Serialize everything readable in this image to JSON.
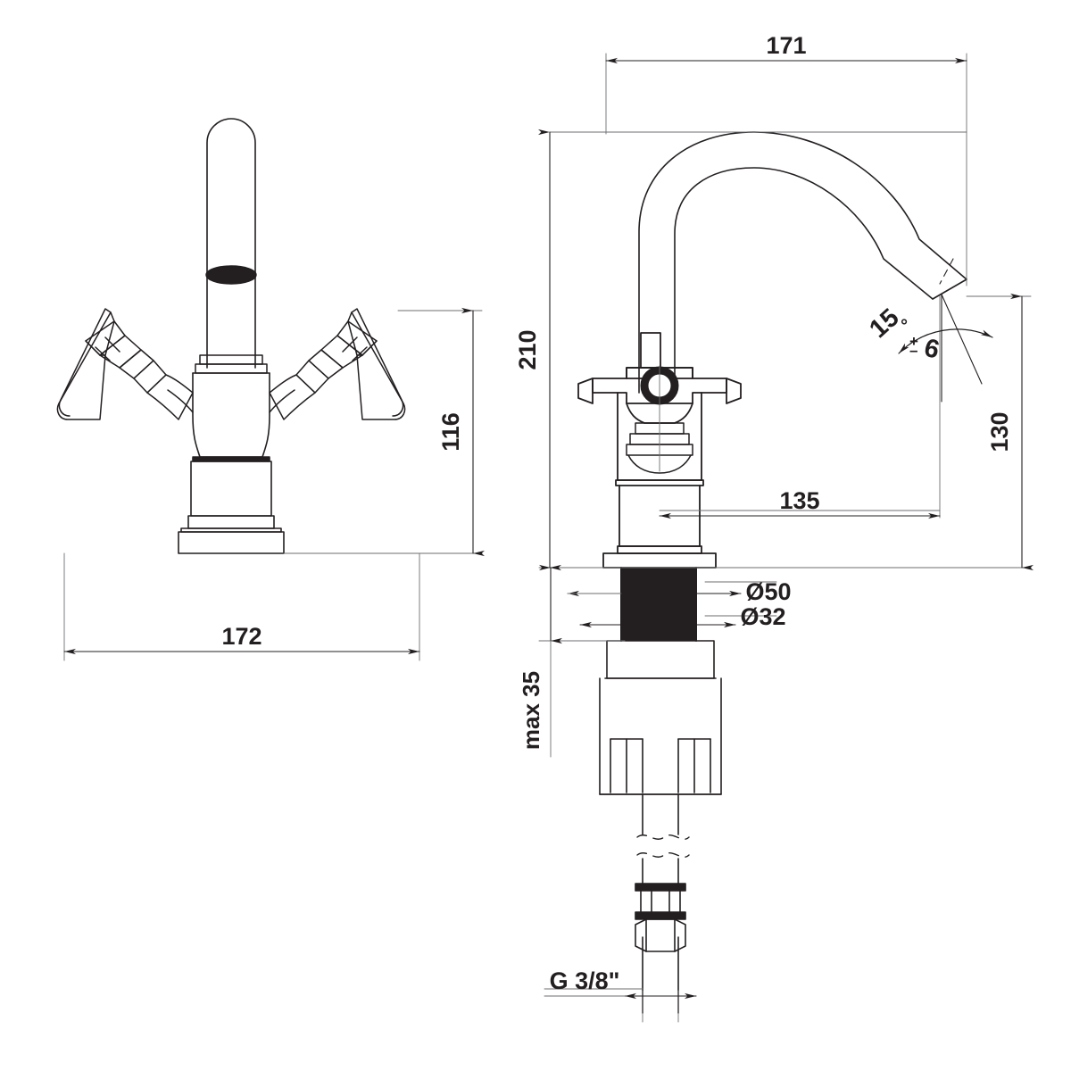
{
  "drawing": {
    "title": "Two-handle basin mixer tap - dimensional drawing",
    "units": "mm",
    "line_color": "#231f20",
    "hatch_color": "#231f20",
    "background": "#ffffff",
    "views": [
      {
        "name": "front-view",
        "label": "",
        "position": "left"
      },
      {
        "name": "side-view",
        "label": "",
        "position": "right"
      }
    ]
  },
  "dimensions": {
    "front_width": "172",
    "front_height": "116",
    "total_height": "210",
    "spout_reach": "171",
    "spout_height": "130",
    "aerator_offset": "135",
    "deck_thickness": "max 35",
    "shank_diameter": "Ø50",
    "thread_diameter": "Ø32",
    "angle": "15°± 6",
    "angle_value": "15",
    "angle_degree_symbol": "°",
    "angle_tolerance": "± 6",
    "connection_thread": "G 3/8\""
  },
  "labels": {
    "d171": "171",
    "d210": "210",
    "d130": "130",
    "d135": "135",
    "d116": "116",
    "d172": "172",
    "d50": "Ø50",
    "d32": "Ø32",
    "max35": "max 35",
    "g38": "G 3/8\"",
    "angle_main": "15",
    "angle_deg": "°",
    "angle_tol_plus": "+",
    "angle_tol_minus": "–",
    "angle_tol_val": "6"
  }
}
